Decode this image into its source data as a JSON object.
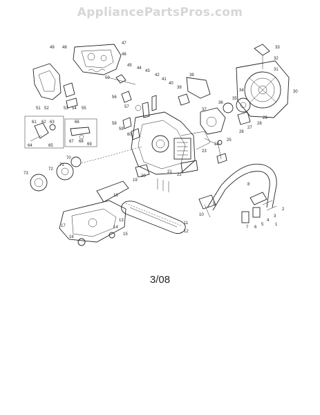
{
  "watermark": "AppliancePartsPros.com",
  "date_code": "3/08",
  "parts": [
    "1",
    "2",
    "3",
    "4",
    "5",
    "6",
    "7",
    "8",
    "9",
    "10",
    "11",
    "12",
    "13",
    "14",
    "15",
    "16",
    "17",
    "18",
    "19",
    "20",
    "21",
    "22",
    "23",
    "24",
    "25",
    "26",
    "27",
    "28",
    "29",
    "30",
    "31",
    "32",
    "33",
    "34",
    "35",
    "36",
    "37",
    "38",
    "39",
    "40",
    "41",
    "42",
    "43",
    "44",
    "45",
    "46",
    "47",
    "48",
    "49",
    "50",
    "51",
    "52",
    "53",
    "54",
    "55",
    "56",
    "57",
    "58",
    "59",
    "60",
    "61",
    "62",
    "63",
    "64",
    "65",
    "66",
    "67",
    "68",
    "69",
    "70",
    "71",
    "72",
    "73"
  ]
}
